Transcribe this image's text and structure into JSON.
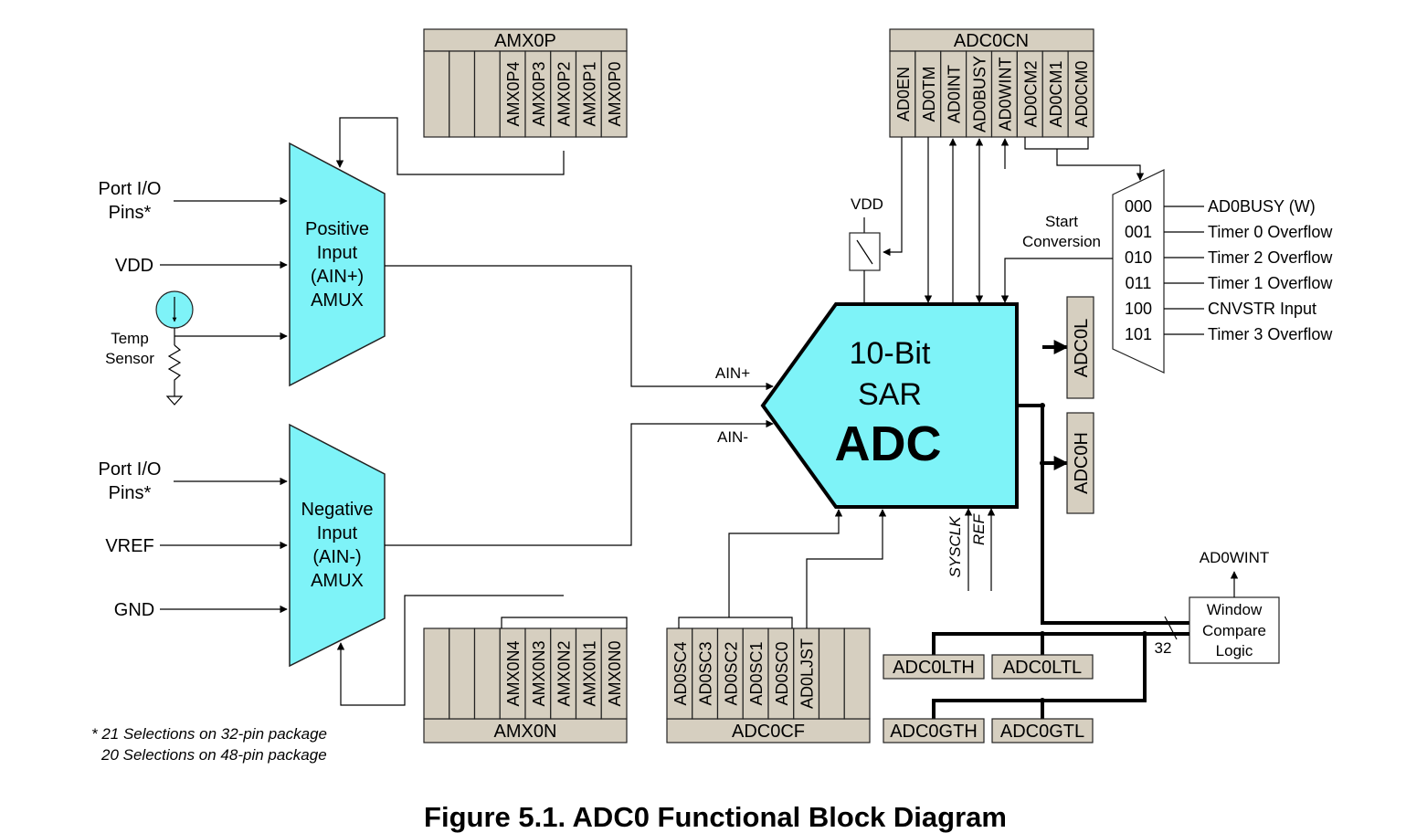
{
  "caption": "Figure 5.1. ADC0 Functional Block Diagram",
  "colors": {
    "mux": "#7ef3f8",
    "register": "#d6cfc0",
    "line": "#000000"
  },
  "registers": {
    "amx0p": {
      "name": "AMX0P",
      "bits": [
        "",
        "",
        "",
        "AMX0P4",
        "AMX0P3",
        "AMX0P2",
        "AMX0P1",
        "AMX0P0"
      ]
    },
    "amx0n": {
      "name": "AMX0N",
      "bits": [
        "",
        "",
        "",
        "AMX0N4",
        "AMX0N3",
        "AMX0N2",
        "AMX0N1",
        "AMX0N0"
      ]
    },
    "adc0cn": {
      "name": "ADC0CN",
      "bits": [
        "AD0EN",
        "AD0TM",
        "AD0INT",
        "AD0BUSY",
        "AD0WINT",
        "AD0CM2",
        "AD0CM1",
        "AD0CM0"
      ]
    },
    "adc0cf": {
      "name": "ADC0CF",
      "bits": [
        "AD0SC4",
        "AD0SC3",
        "AD0SC2",
        "AD0SC1",
        "AD0SC0",
        "AD0LJST",
        "",
        ""
      ]
    }
  },
  "pos_mux": {
    "lines": [
      "Positive",
      "Input",
      "(AIN+)",
      "AMUX"
    ],
    "inputs": {
      "port": [
        "Port I/O",
        "Pins*"
      ],
      "vdd": "VDD",
      "temp": [
        "Temp",
        "Sensor"
      ]
    }
  },
  "neg_mux": {
    "lines": [
      "Negative",
      "Input",
      "(AIN-)",
      "AMUX"
    ],
    "inputs": {
      "port": [
        "Port I/O",
        "Pins*"
      ],
      "vref": "VREF",
      "gnd": "GND"
    }
  },
  "adc": {
    "lines": [
      "10-Bit",
      "SAR",
      "ADC"
    ],
    "ain_plus": "AIN+",
    "ain_minus": "AIN-",
    "sysclk": "SYSCLK",
    "ref": "REF",
    "vdd": "VDD"
  },
  "start_conversion": {
    "label": [
      "Start",
      "Conversion"
    ],
    "codes": [
      "000",
      "001",
      "010",
      "011",
      "100",
      "101"
    ],
    "sources": [
      "AD0BUSY (W)",
      "Timer 0 Overflow",
      "Timer 2 Overflow",
      "Timer 1 Overflow",
      "CNVSTR Input",
      "Timer 3 Overflow"
    ]
  },
  "data_regs": {
    "low": "ADC0L",
    "high": "ADC0H"
  },
  "window": {
    "lines": [
      "Window",
      "Compare",
      "Logic"
    ],
    "output": "AD0WINT",
    "bus_width": "32",
    "regs": [
      "ADC0LTH",
      "ADC0LTL",
      "ADC0GTH",
      "ADC0GTL"
    ]
  },
  "footnote": [
    "* 21 Selections on 32-pin package",
    "20 Selections on 48-pin package"
  ]
}
